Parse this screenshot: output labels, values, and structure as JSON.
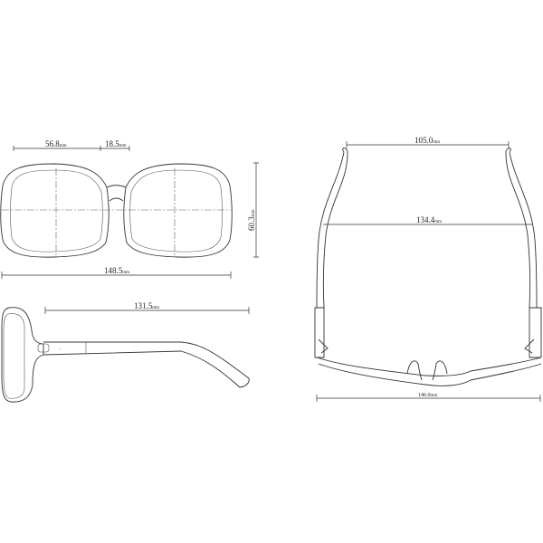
{
  "dimensions": {
    "lens_width": {
      "value": "56.8",
      "unit": "mm"
    },
    "bridge_width": {
      "value": "18.5",
      "unit": "mm"
    },
    "lens_height": {
      "value": "60.3",
      "unit": "mm"
    },
    "frame_width": {
      "value": "148.5",
      "unit": "mm"
    },
    "temple_length": {
      "value": "131.5",
      "unit": "mm"
    },
    "temple_tip_span": {
      "value": "105.0",
      "unit": "mm"
    },
    "temple_mid_span": {
      "value": "134.4",
      "unit": "mm"
    },
    "total_width": {
      "value": "146.0",
      "unit": "mm"
    }
  },
  "colors": {
    "line": "#333333",
    "background": "#ffffff"
  }
}
